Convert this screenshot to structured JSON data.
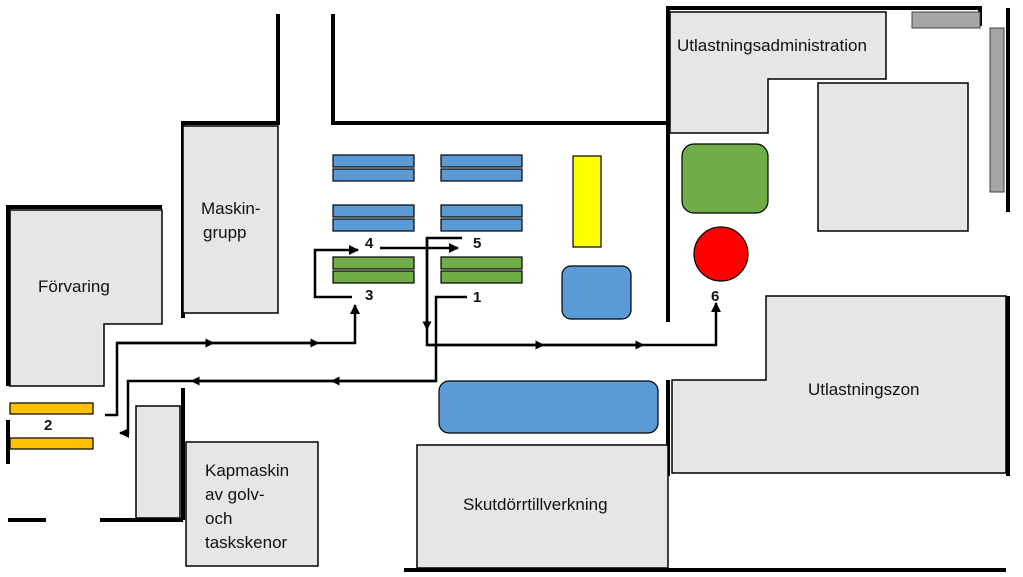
{
  "rooms": {
    "utlastningsadministration": "Utlastningsadministration",
    "maskingrupp_line1": "Maskin-",
    "maskingrupp_line2": "grupp",
    "forvaring": "Förvaring",
    "utlastningszon": "Utlastningszon",
    "kapmaskin_line1": "Kapmaskin",
    "kapmaskin_line2": "av golv-",
    "kapmaskin_line3": "och",
    "kapmaskin_line4": "taskskenor",
    "skutdorrtillverkning": "Skutdörrtillverkning"
  },
  "markers": {
    "m1": "1",
    "m2": "2",
    "m3": "3",
    "m4": "4",
    "m5": "5",
    "m6": "6"
  },
  "colors": {
    "room_fill": "#e6e6e6",
    "blue": "#5b9bd5",
    "green": "#70ad47",
    "yellow": "#ffff00",
    "red": "#ff0000",
    "orange": "#ffc000",
    "gray": "#a6a6a6",
    "wall": "#000000"
  }
}
